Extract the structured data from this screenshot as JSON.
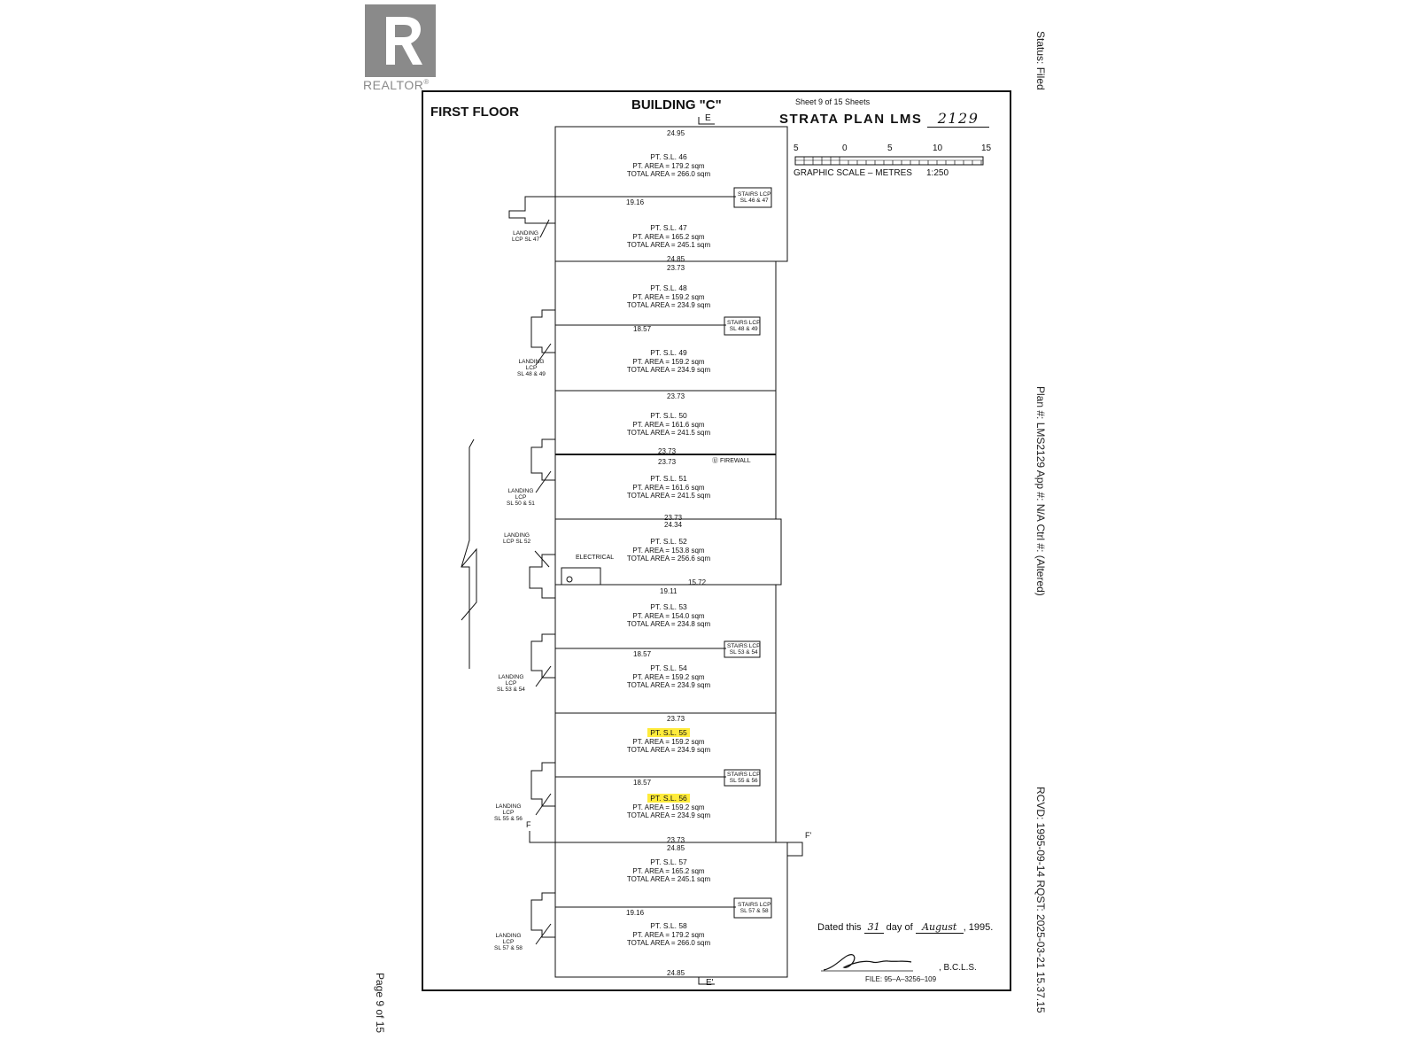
{
  "logo": {
    "text": "REALTOR",
    "reg": "®",
    "icon": "realtor-r-logo-icon"
  },
  "side_right": {
    "status": "Status: Filed",
    "plan": "Plan #: LMS2129 App #: N/A Ctrl #:  (Altered)",
    "received": "RCVD: 1995-09-14 RQST: 2025-03-21 15.37.15"
  },
  "side_left": {
    "page": "Page 9 of 15"
  },
  "header": {
    "floor": "FIRST FLOOR",
    "building": "BUILDING \"C\"",
    "sheet": "Sheet 9 of 15 Sheets",
    "plan_title": "STRATA PLAN LMS",
    "plan_number": "2129",
    "section_top": "E"
  },
  "scale": {
    "ticks": [
      "5",
      "0",
      "5",
      "10",
      "15"
    ],
    "label": "GRAPHIC SCALE – METRES",
    "ratio": "1:250"
  },
  "units": [
    {
      "name": "PT. S.L. 46",
      "area": "PT. AREA = 179.2 sqm",
      "total": "TOTAL AREA = 266.0 sqm",
      "highlight": false
    },
    {
      "name": "PT. S.L. 47",
      "area": "PT. AREA = 165.2 sqm",
      "total": "TOTAL AREA = 245.1 sqm",
      "highlight": false
    },
    {
      "name": "PT. S.L. 48",
      "area": "PT. AREA = 159.2 sqm",
      "total": "TOTAL AREA = 234.9 sqm",
      "highlight": false
    },
    {
      "name": "PT. S.L. 49",
      "area": "PT. AREA = 159.2 sqm",
      "total": "TOTAL AREA = 234.9 sqm",
      "highlight": false
    },
    {
      "name": "PT. S.L. 50",
      "area": "PT. AREA = 161.6 sqm",
      "total": "TOTAL AREA = 241.5 sqm",
      "highlight": false
    },
    {
      "name": "PT. S.L. 51",
      "area": "PT. AREA = 161.6 sqm",
      "total": "TOTAL AREA = 241.5 sqm",
      "highlight": false
    },
    {
      "name": "PT. S.L. 52",
      "area": "PT. AREA = 153.8 sqm",
      "total": "TOTAL AREA = 256.6 sqm",
      "highlight": false
    },
    {
      "name": "PT. S.L. 53",
      "area": "PT. AREA = 154.0 sqm",
      "total": "TOTAL AREA = 234.8 sqm",
      "highlight": false
    },
    {
      "name": "PT. S.L. 54",
      "area": "PT. AREA = 159.2 sqm",
      "total": "TOTAL AREA = 234.9 sqm",
      "highlight": false
    },
    {
      "name": "PT. S.L. 55",
      "area": "PT. AREA = 159.2 sqm",
      "total": "TOTAL AREA = 234.9 sqm",
      "highlight": true
    },
    {
      "name": "PT. S.L. 56",
      "area": "PT. AREA = 159.2 sqm",
      "total": "TOTAL AREA = 234.9 sqm",
      "highlight": true
    },
    {
      "name": "PT. S.L. 57",
      "area": "PT. AREA = 165.2 sqm",
      "total": "TOTAL AREA = 245.1 sqm",
      "highlight": false
    },
    {
      "name": "PT. S.L. 58",
      "area": "PT. AREA = 179.2 sqm",
      "total": "TOTAL AREA = 266.0 sqm",
      "highlight": false
    }
  ],
  "dims": {
    "top": "24.95",
    "w2373": "23.73",
    "w2485": "24.85",
    "w2434": "24.34",
    "w1916": "19.16",
    "w1857": "18.57",
    "w1572": "15.72",
    "w1911": "19.11"
  },
  "stairs": [
    {
      "l1": "STAIRS LCP",
      "l2": "SL 46 & 47"
    },
    {
      "l1": "STAIRS LCP",
      "l2": "SL 48 & 49"
    },
    {
      "l1": "STAIRS LCP",
      "l2": "SL 53 & 54"
    },
    {
      "l1": "STAIRS LCP",
      "l2": "SL 55 & 56"
    },
    {
      "l1": "STAIRS LCP",
      "l2": "SL 57 & 58"
    }
  ],
  "landings": [
    {
      "l1": "LANDING",
      "l2": "LCP SL 47"
    },
    {
      "l1": "LANDING",
      "l2": "LCP",
      "l3": "SL 48 & 49"
    },
    {
      "l1": "LANDING",
      "l2": "LCP",
      "l3": "SL 50 & 51"
    },
    {
      "l1": "LANDING",
      "l2": "LCP SL 52"
    },
    {
      "l1": "LANDING",
      "l2": "LCP",
      "l3": "SL 53 & 54"
    },
    {
      "l1": "LANDING",
      "l2": "LCP",
      "l3": "SL 55 & 56"
    },
    {
      "l1": "LANDING",
      "l2": "LCP",
      "l3": "SL 57 & 58"
    }
  ],
  "notes": {
    "firewall": "FIREWALL",
    "electrical": "ELECTRICAL"
  },
  "section_marks": {
    "f_left": "F",
    "f_right": "F'",
    "e_bottom": "E'"
  },
  "dated": {
    "prefix": "Dated this",
    "day": "31",
    "mid": "day of",
    "month": "August",
    "year": ", 1995."
  },
  "signature": {
    "suffix": ", B.C.L.S.",
    "file": "FILE: 95–A–3256–109"
  }
}
